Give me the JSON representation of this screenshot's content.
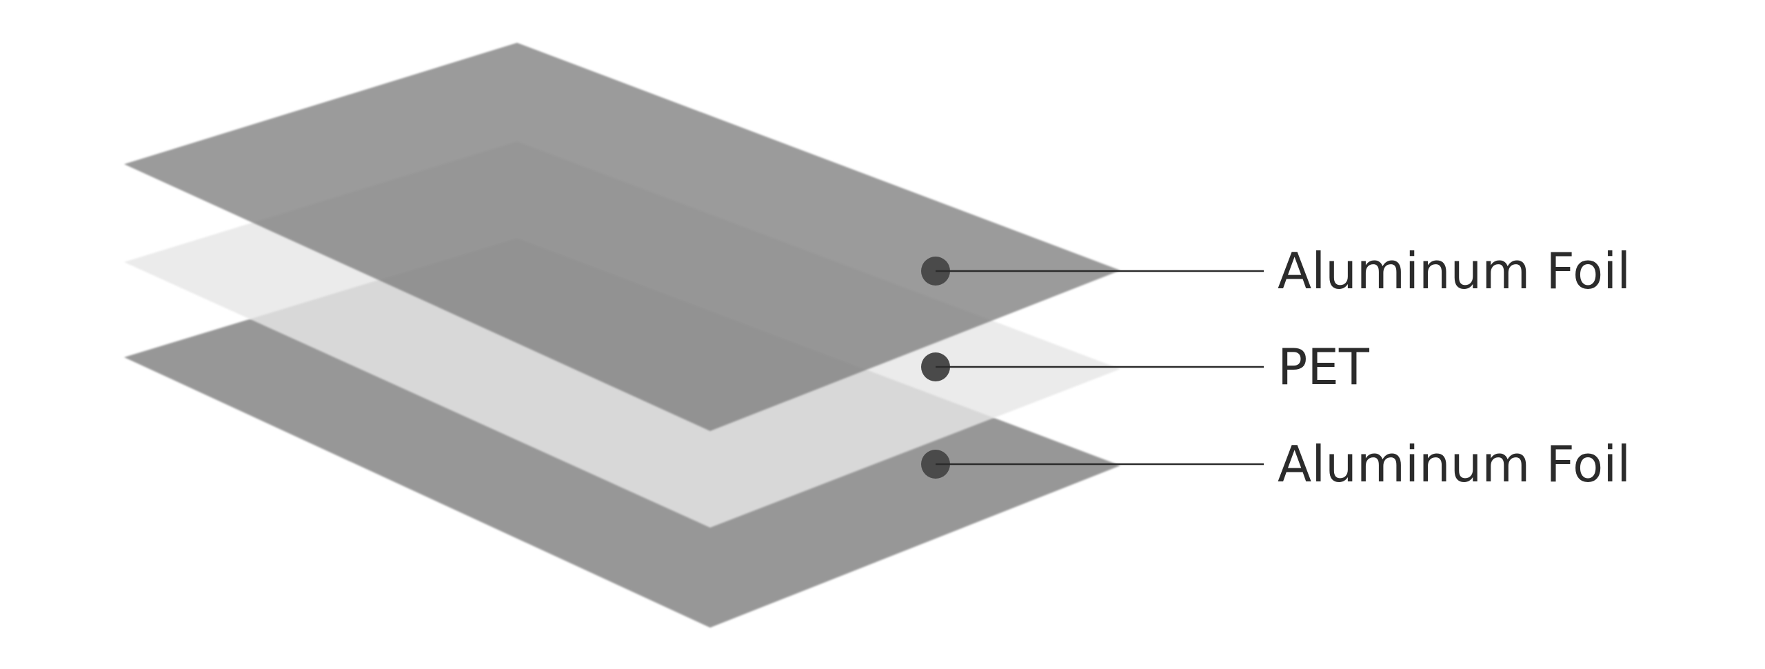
{
  "diagram": {
    "layers": [
      {
        "id": "top",
        "label": "Aluminum Foil",
        "fill": "#8e8e8e"
      },
      {
        "id": "middle",
        "label": "PET",
        "fill": "#e6e6e6"
      },
      {
        "id": "bottom",
        "label": "Aluminum Foil",
        "fill": "#8e8e8e"
      }
    ],
    "colors": {
      "marker": "#4a4a4a",
      "leader": "#2b2b2b",
      "label_text": "#2b2b2b",
      "background": "#ffffff"
    }
  }
}
